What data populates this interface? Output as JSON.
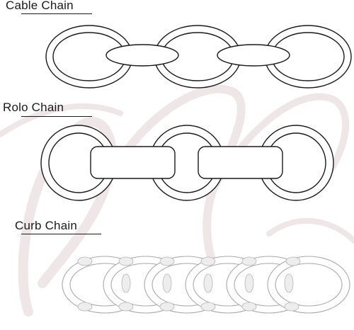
{
  "sections": {
    "cable": {
      "label": "Cable Chain"
    },
    "rolo": {
      "label": "Rolo Chain"
    },
    "curb": {
      "label": "Curb Chain"
    }
  },
  "colors": {
    "ink": "#1a1a1a",
    "watermark": "#efe7e7",
    "curb_stroke": "#a9a9a9",
    "curb_fill": "#ededed"
  },
  "icons": [
    "watermark-script",
    "cable-chain-link",
    "rolo-chain-link",
    "curb-chain-link"
  ]
}
